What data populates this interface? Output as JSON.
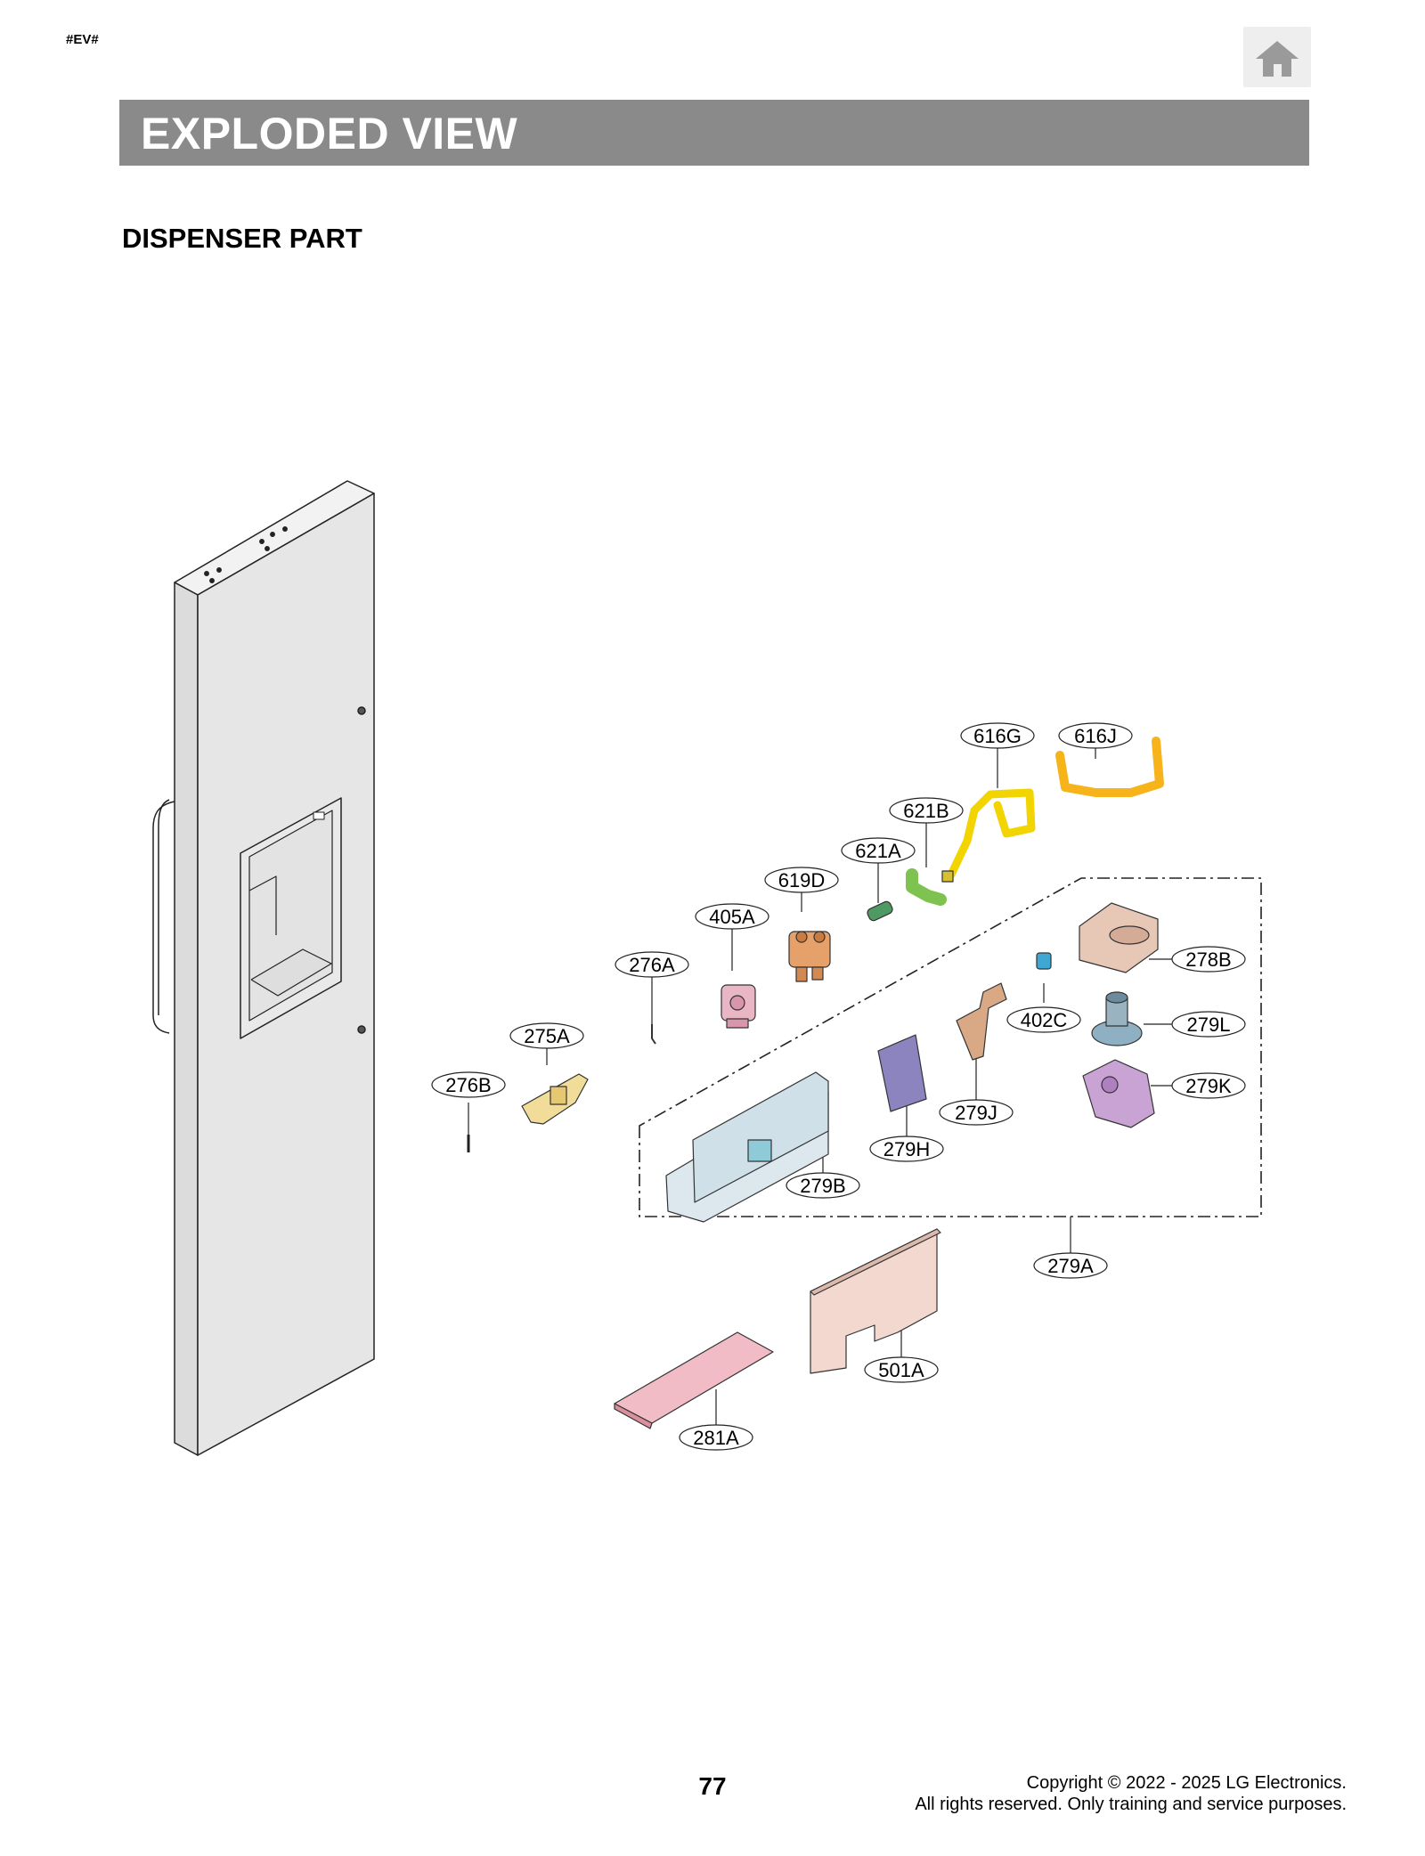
{
  "header": {
    "tag": "#EV#",
    "home_icon": "home-icon"
  },
  "banner": {
    "title": "EXPLODED VIEW"
  },
  "section": {
    "title": "DISPENSER PART"
  },
  "callouts": {
    "p616G": "616G",
    "p616J": "616J",
    "p621B": "621B",
    "p621A": "621A",
    "p619D": "619D",
    "p405A": "405A",
    "p276A": "276A",
    "p275A": "275A",
    "p276B": "276B",
    "p278B": "278B",
    "p402C": "402C",
    "p279L": "279L",
    "p279K": "279K",
    "p279J": "279J",
    "p279H": "279H",
    "p279B": "279B",
    "p279A": "279A",
    "p501A": "501A",
    "p281A": "281A"
  },
  "colors": {
    "banner": "#8a8a8a",
    "tube_yellow": "#f2d400",
    "tube_orange": "#f6b31a"
  },
  "footer": {
    "page_number": "77",
    "copyright_line1": "Copyright © 2022 - 2025 LG Electronics.",
    "copyright_line2": "All rights reserved. Only training and service purposes."
  }
}
